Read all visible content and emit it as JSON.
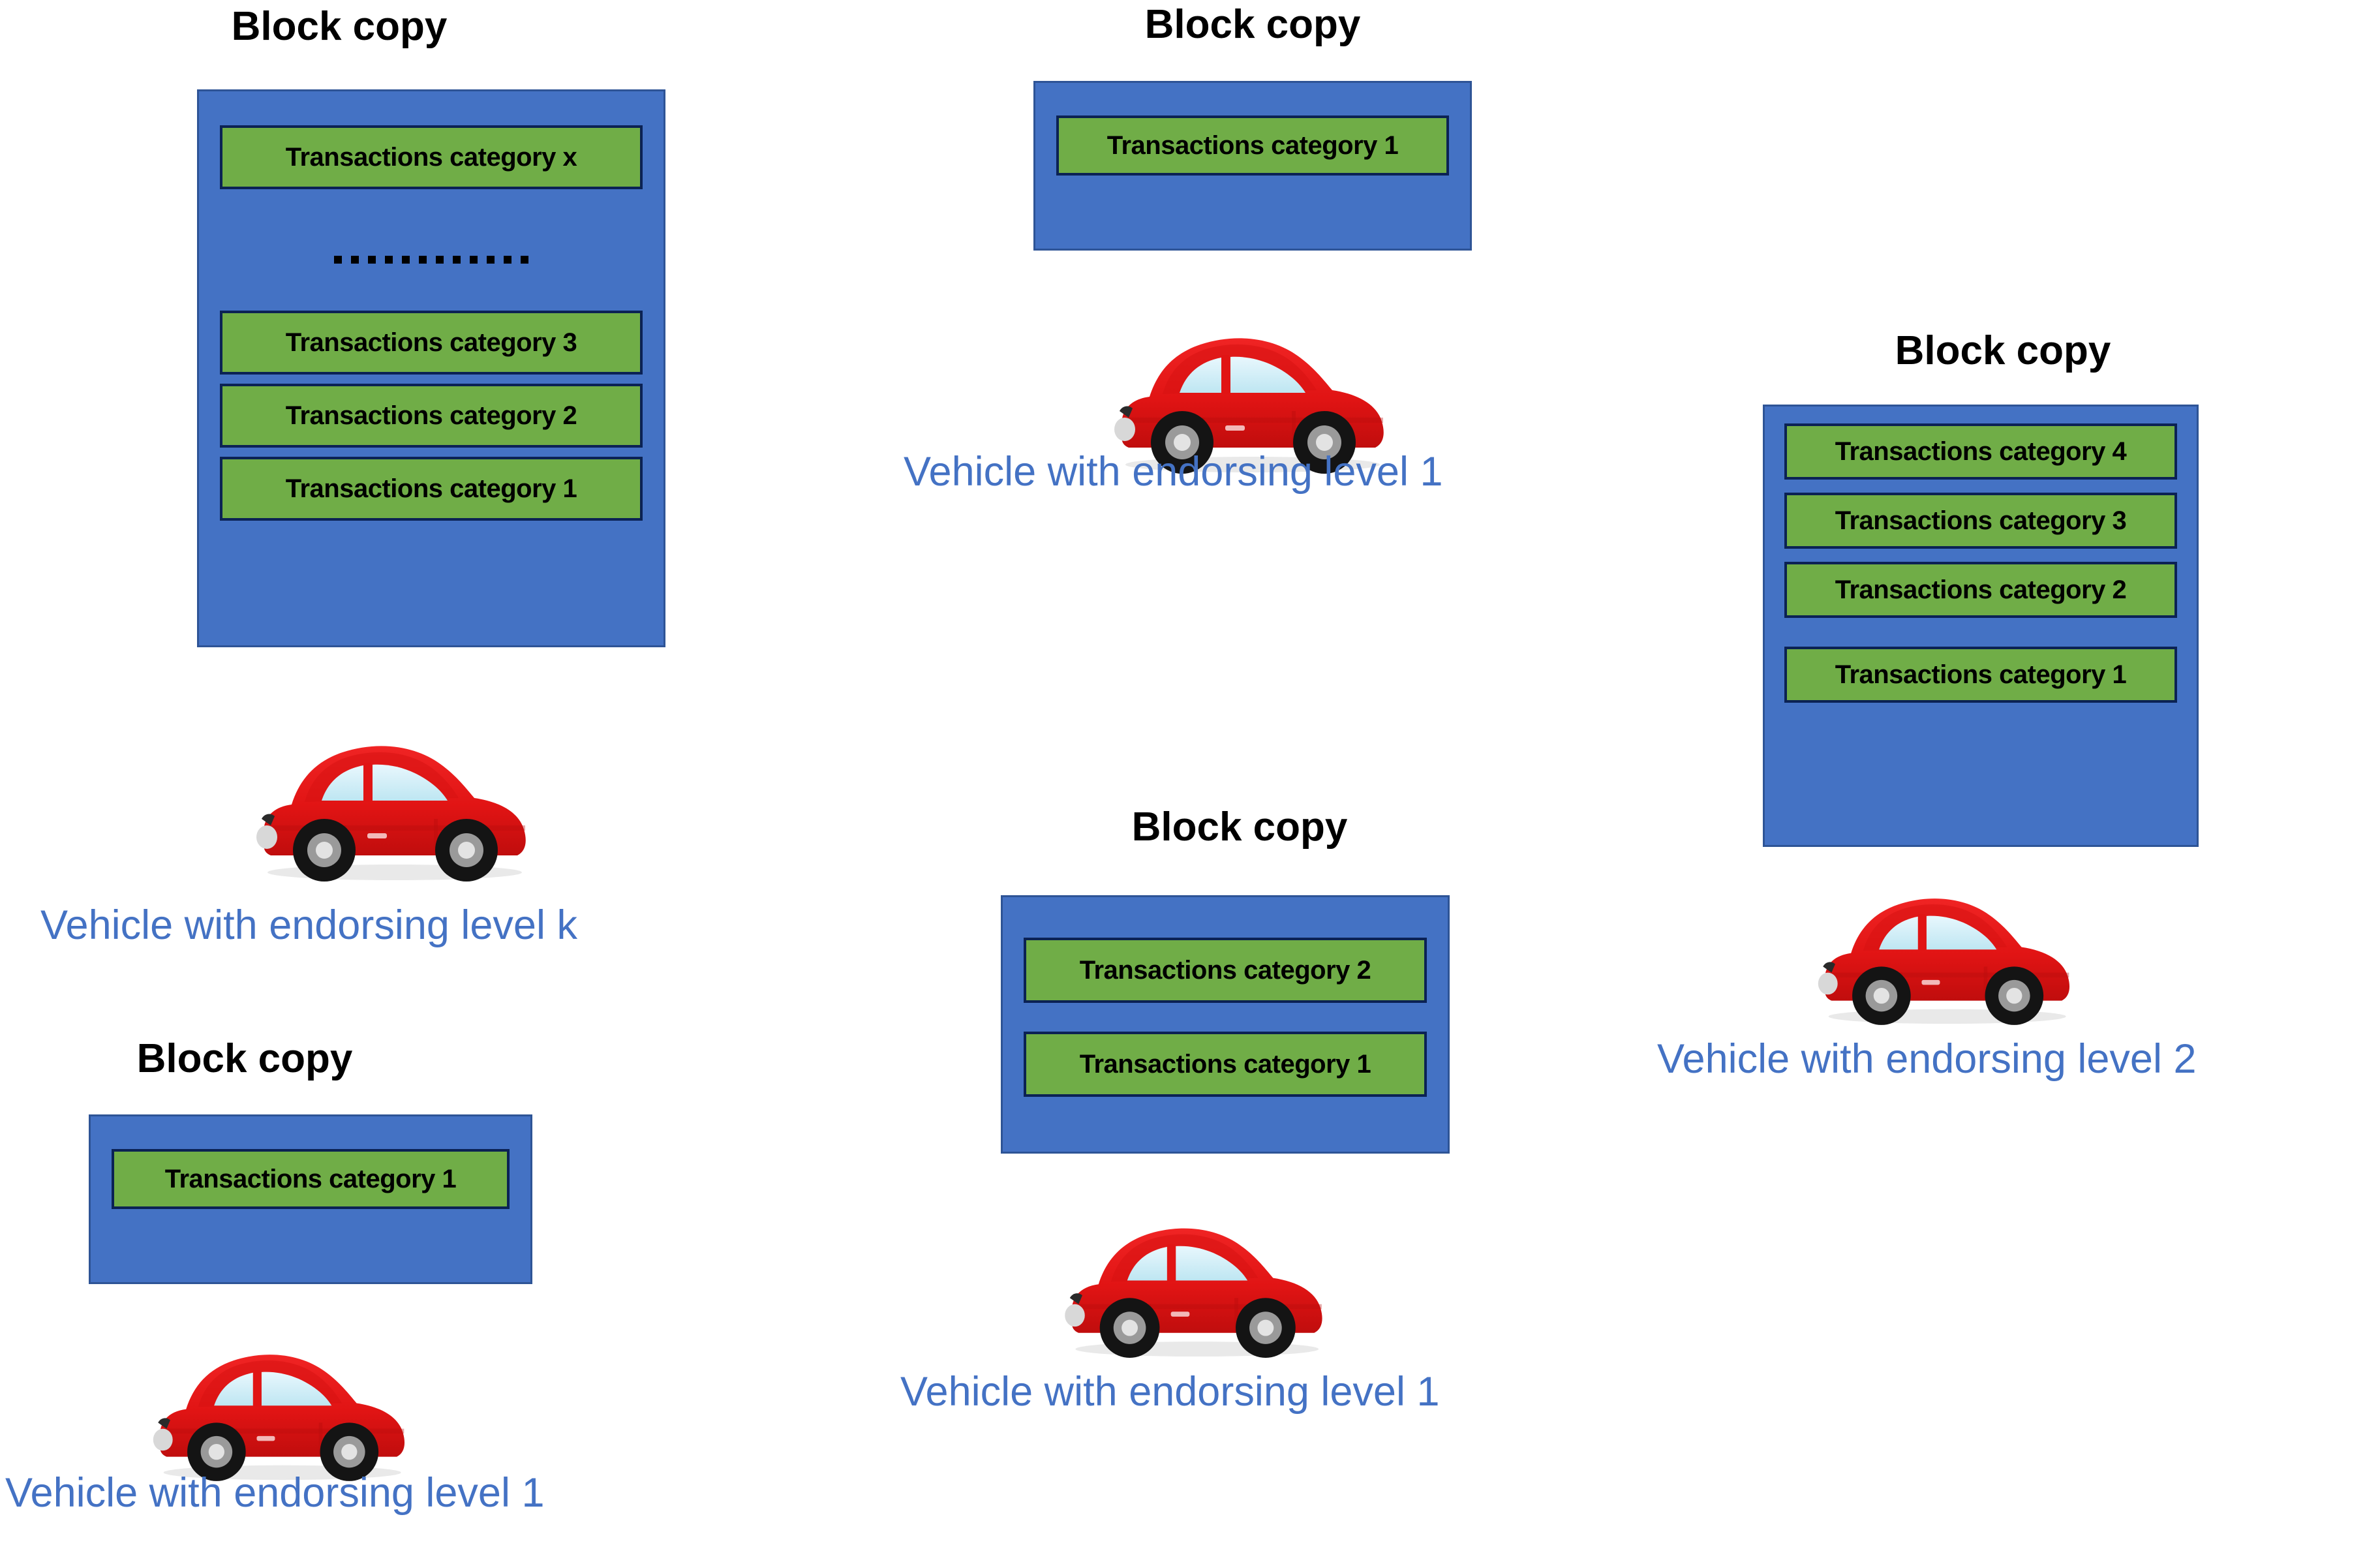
{
  "colors": {
    "block_fill": "#4472C4",
    "block_border": "#2E5496",
    "tx_fill": "#70AD47",
    "tx_border": "#0B2254",
    "caption_text": "#4472C4",
    "title_text": "#000000",
    "car_body": "#E81C1C",
    "background": "#FFFFFF"
  },
  "groups": [
    {
      "id": "level-k",
      "title": "Block copy",
      "categories": [
        "Transactions category x",
        "Transactions category 3",
        "Transactions category 2",
        "Transactions category 1"
      ],
      "has_ellipsis": true,
      "ellipsis_dots": 12,
      "car_icon": "red-car-icon",
      "caption": "Vehicle with endorsing level k"
    },
    {
      "id": "top-middle-level-1",
      "title": "Block copy",
      "categories": [
        "Transactions category 1"
      ],
      "has_ellipsis": false,
      "ellipsis_dots": 0,
      "car_icon": "red-car-icon",
      "caption": "Vehicle with endorsing level 1"
    },
    {
      "id": "level-2",
      "title": "Block copy",
      "categories": [
        "Transactions category 4",
        "Transactions category 3",
        "Transactions category 2",
        "Transactions category 1"
      ],
      "has_ellipsis": false,
      "ellipsis_dots": 0,
      "car_icon": "red-car-icon",
      "caption": "Vehicle with endorsing level 2"
    },
    {
      "id": "center-bottom-level-1",
      "title": "Block copy",
      "categories": [
        "Transactions category 2",
        "Transactions category 1"
      ],
      "has_ellipsis": false,
      "ellipsis_dots": 0,
      "car_icon": "red-car-icon",
      "caption": "Vehicle with endorsing level 1"
    },
    {
      "id": "bottom-left-level-1",
      "title": "Block copy",
      "categories": [
        "Transactions category 1"
      ],
      "has_ellipsis": false,
      "ellipsis_dots": 0,
      "car_icon": "red-car-icon",
      "caption": "Vehicle with endorsing level 1"
    }
  ]
}
